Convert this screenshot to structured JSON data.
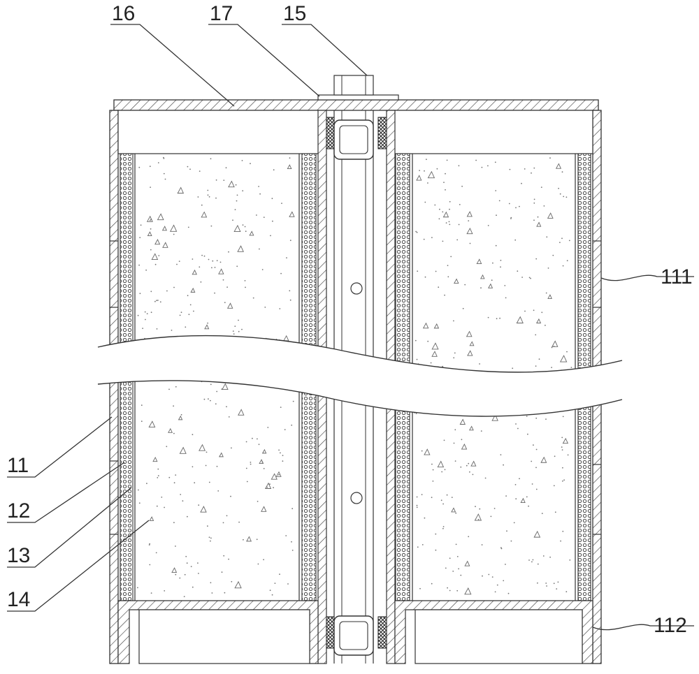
{
  "labels": {
    "l16": "16",
    "l17": "17",
    "l15": "15",
    "l111": "111",
    "l11": "11",
    "l12": "12",
    "l13": "13",
    "l14": "14",
    "l112": "112"
  },
  "colors": {
    "line": "#333333",
    "hatch": "#444444",
    "fill": "#ffffff",
    "seal": "#222222",
    "speckle": "#777777"
  }
}
